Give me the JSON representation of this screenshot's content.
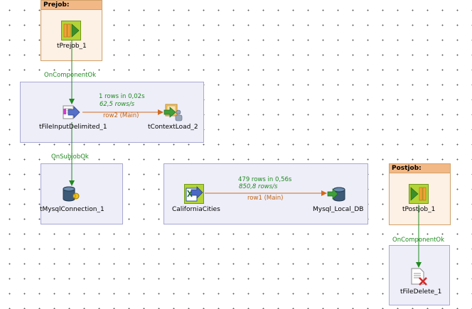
{
  "prejob": {
    "title": "Prejob:",
    "component": "tPrejob_1",
    "icon": "prejob-icon"
  },
  "postjob": {
    "title": "Postjob:",
    "component": "tPostjob_1",
    "icon": "postjob-icon"
  },
  "subjob1": {
    "source": "tFileInputDelimited_1",
    "target": "tContextLoad_2",
    "link_label": "row2 (Main)",
    "stat_rows": "1 rows in 0,02s",
    "stat_rate": "62,5 rows/s"
  },
  "subjob2": {
    "component": "tMysqlConnection_1"
  },
  "subjob3": {
    "source": "CaliforniaCities",
    "target": "Mysql_Local_DB",
    "link_label": "row1 (Main)",
    "stat_rows": "479 rows in 0,56s",
    "stat_rate": "850,8 rows/s"
  },
  "subjob4": {
    "component": "tFileDelete_1"
  },
  "triggers": {
    "prejob_ok": "OnComponentOk",
    "subjob_ok": "OnSubjobOk",
    "postjob_ok": "OnComponentOk"
  },
  "colors": {
    "trigger_green": "#1f8a1f",
    "main_link_orange": "#d2691e",
    "subjob_bg": "#eeeef9",
    "prepost_bg": "#fdf0e4"
  }
}
